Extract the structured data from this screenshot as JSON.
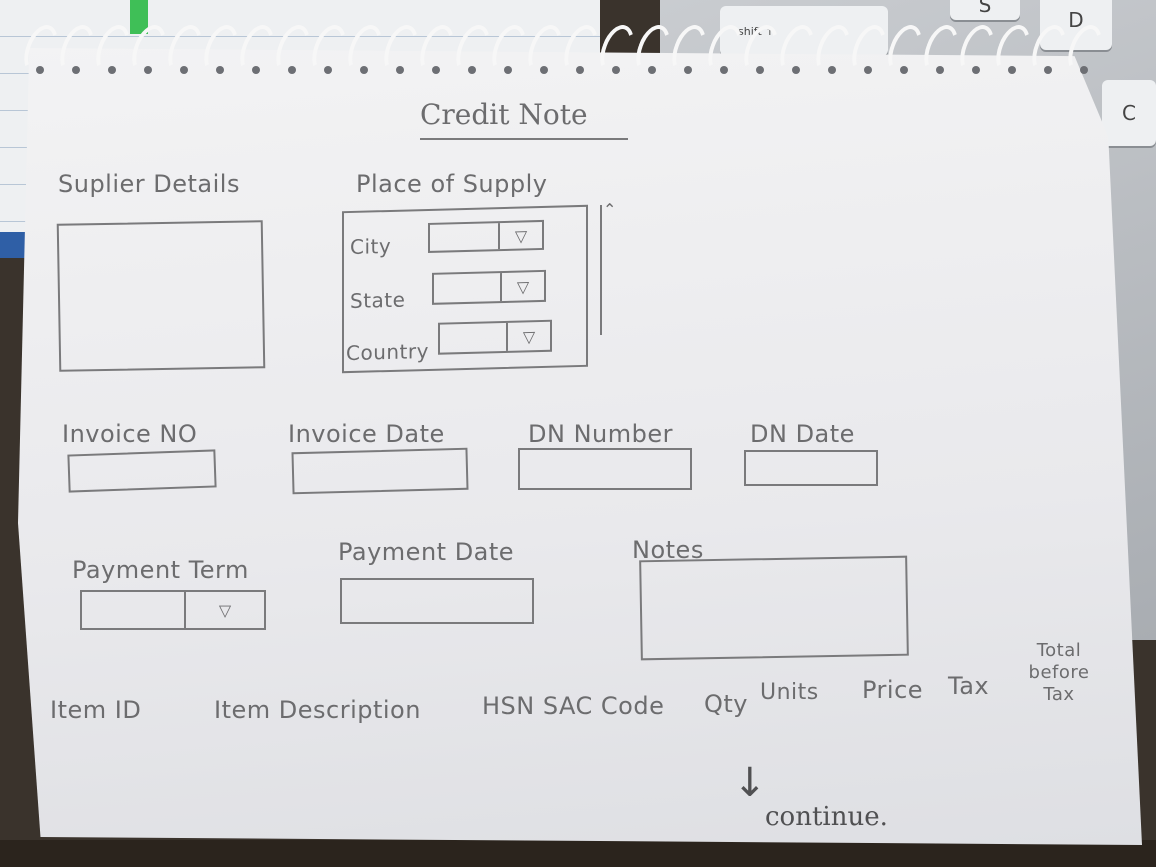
{
  "background": {
    "keys": [
      {
        "label": "S"
      },
      {
        "label": "D"
      },
      {
        "label": "shift ↑"
      },
      {
        "label": "C"
      }
    ]
  },
  "form": {
    "title": "Credit Note",
    "supplier_details": {
      "label": "Suplier Details"
    },
    "place_of_supply": {
      "label": "Place of Supply",
      "rows": [
        {
          "label": "City",
          "arrow": "▽"
        },
        {
          "label": "State",
          "arrow": "▽"
        },
        {
          "label": "Country",
          "arrow": "▽"
        }
      ]
    },
    "invoice_no": {
      "label": "Invoice NO"
    },
    "invoice_date": {
      "label": "Invoice Date"
    },
    "dn_number": {
      "label": "DN Number"
    },
    "dn_date": {
      "label": "DN Date"
    },
    "payment_term": {
      "label": "Payment Term",
      "arrow": "▽"
    },
    "payment_date": {
      "label": "Payment Date"
    },
    "notes": {
      "label": "Notes"
    },
    "item_table": {
      "columns": [
        "Item ID",
        "Item Description",
        "HSN SAC Code",
        "Qty",
        "Units",
        "Price",
        "Tax",
        "Total before Tax"
      ]
    },
    "continue_label": "continue."
  },
  "colors": {
    "pencil": "#6c6c6e",
    "paper": "#f0f0f2"
  }
}
